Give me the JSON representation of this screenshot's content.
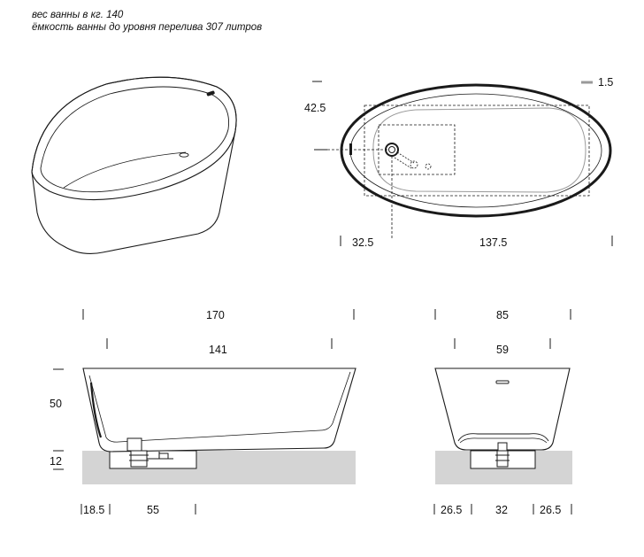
{
  "notes": {
    "weight": "вес ванны в кг. 140",
    "capacity": "ёмкость ванны до уровня перелива 307 литров"
  },
  "dimensions": {
    "top_view": {
      "top_offset": "42.5",
      "rim_thickness": "1.5",
      "drain_offset": "32.5",
      "inner_length": "137.5"
    },
    "front_view": {
      "total_length": "170",
      "inner_length": "141",
      "height": "50",
      "base_height": "12",
      "drain_side_offset": "18.5",
      "drain_spacing": "55"
    },
    "side_view": {
      "total_width": "85",
      "inner_width": "59",
      "left_foot": "26.5",
      "center_base": "32",
      "right_foot": "26.5"
    }
  },
  "colors": {
    "floor": "#d4d4d4",
    "line": "#1a1a1a",
    "inner_outline": "#9a9a9a",
    "rim_marker": "#9a9a9a"
  }
}
